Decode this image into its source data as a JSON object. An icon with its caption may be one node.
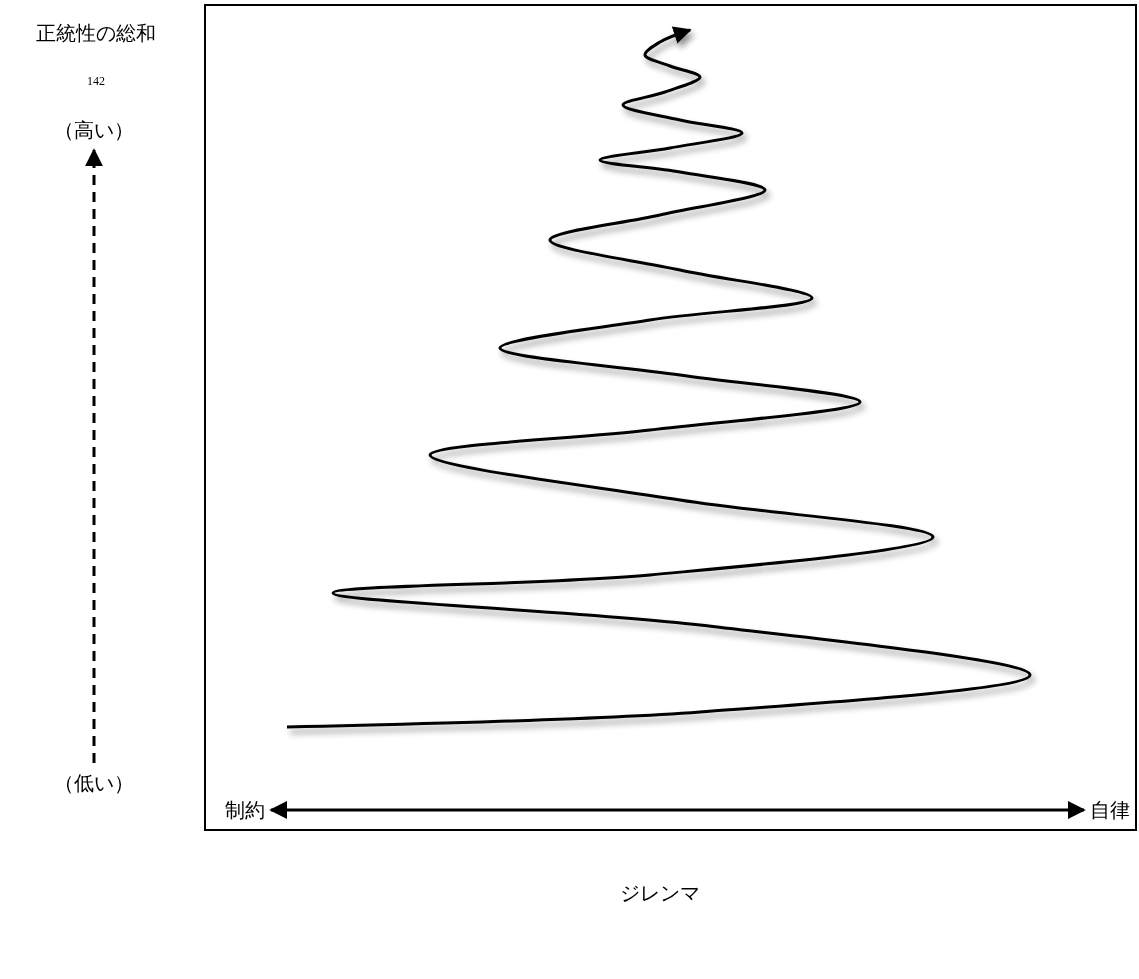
{
  "diagram": {
    "nodes": [
      {
        "text": [
          "（高い）"
        ]
      },
      {
        "text": [
          "（低い）"
        ]
      },
      {
        "text": [
          "制約"
        ]
      },
      {
        "text": [
          "自律"
        ]
      }
    ],
    "edges": [
      {
        "from": 1,
        "to": 0,
        "arrow": "to",
        "style": "dashed"
      },
      {
        "from": 2,
        "to": 3,
        "arrow": "both"
      }
    ],
    "labels": [
      "正統性の総和",
      "142",
      "ジレンマ"
    ]
  }
}
